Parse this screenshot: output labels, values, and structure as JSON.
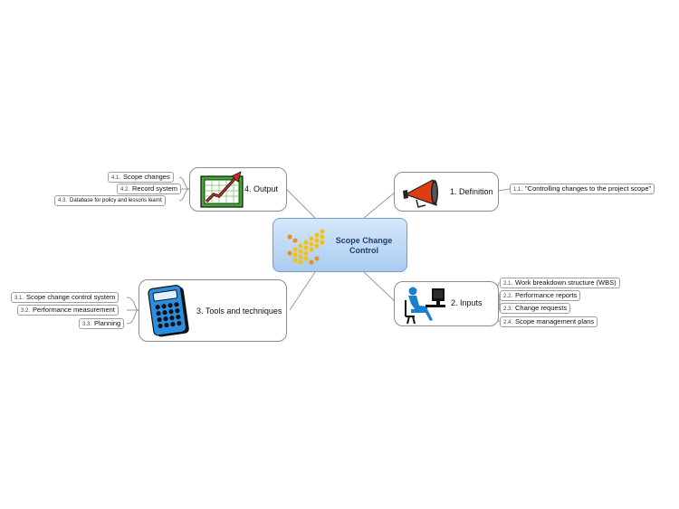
{
  "central": {
    "title": "Scope Change Control"
  },
  "branches": {
    "definition": {
      "label": "1. Definition",
      "icon": "megaphone-icon",
      "items": [
        {
          "num": "1.1.",
          "text": "\"Controlling changes to the project scope\""
        }
      ]
    },
    "inputs": {
      "label": "2. Inputs",
      "icon": "computer-user-icon",
      "items": [
        {
          "num": "2.1.",
          "text": "Work breakdown structure (WBS)"
        },
        {
          "num": "2.2.",
          "text": "Performance reports"
        },
        {
          "num": "2.3.",
          "text": "Change requests"
        },
        {
          "num": "2.4.",
          "text": "Scope management plans"
        }
      ]
    },
    "tools": {
      "label": "3. Tools and techniques",
      "icon": "calculator-icon",
      "items": [
        {
          "num": "3.1.",
          "text": "Scope change control system"
        },
        {
          "num": "3.2.",
          "text": "Performance measurement"
        },
        {
          "num": "3.3.",
          "text": "Planning"
        }
      ]
    },
    "output": {
      "label": "4. Output",
      "icon": "growth-chart-icon",
      "items": [
        {
          "num": "4.1.",
          "text": "Scope changes"
        },
        {
          "num": "4.2.",
          "text": "Record system"
        },
        {
          "num": "4.3.",
          "text": "Database for policy and lessons learnt"
        }
      ]
    }
  },
  "colors": {
    "central_fill": "#b9d6f4",
    "central_text": "#233b73",
    "megaphone": "#e23b12",
    "calculator": "#2a8fe0",
    "chart_frame": "#3ea82f",
    "chart_arrow": "#cc2b1d",
    "person": "#1b7fd0"
  }
}
